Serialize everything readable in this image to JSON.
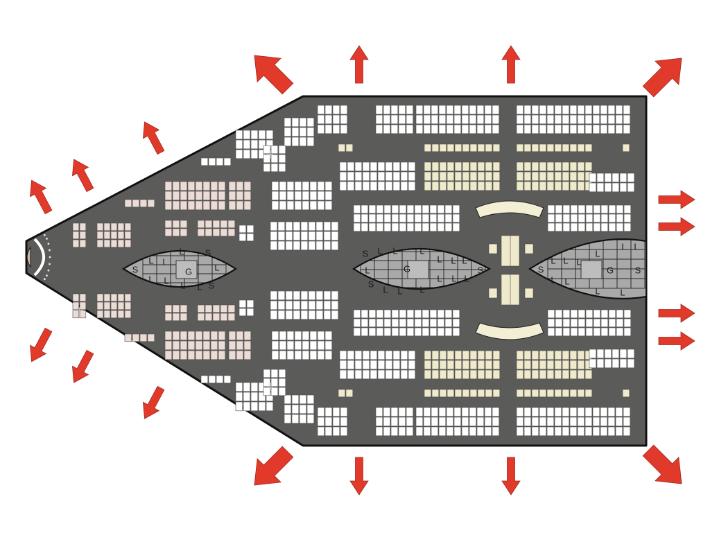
{
  "colors": {
    "background": "#ffffff",
    "ship_hull": "#5b5b5a",
    "hull_outline": "#111111",
    "arrow": "#e23a2a",
    "cabin_white": "#ffffff",
    "cabin_pink": "#ecdcd6",
    "cabin_cream": "#efeacb",
    "pod_fill": "#a9a9a9",
    "arc_fill": "#f3efd4"
  },
  "pods": [
    {
      "labels": [
        {
          "text": "L"
        },
        {
          "text": "S"
        },
        {
          "text": "L"
        },
        {
          "text": "L"
        },
        {
          "text": "S"
        },
        {
          "text": "G"
        },
        {
          "text": "L"
        },
        {
          "text": "L"
        },
        {
          "text": "L"
        },
        {
          "text": "L"
        },
        {
          "text": "L"
        },
        {
          "text": "S"
        }
      ]
    },
    {
      "labels": [
        {
          "text": "S"
        },
        {
          "text": "L"
        },
        {
          "text": "L"
        },
        {
          "text": "L"
        },
        {
          "text": "L"
        },
        {
          "text": "G"
        },
        {
          "text": "L"
        },
        {
          "text": "L"
        },
        {
          "text": "L"
        },
        {
          "text": "S"
        },
        {
          "text": "S"
        },
        {
          "text": "L"
        },
        {
          "text": "L"
        },
        {
          "text": "L"
        },
        {
          "text": "L"
        },
        {
          "text": "L"
        },
        {
          "text": "L"
        }
      ]
    },
    {
      "labels": [
        {
          "text": "S"
        },
        {
          "text": "L"
        },
        {
          "text": "L"
        },
        {
          "text": "L"
        },
        {
          "text": "L"
        },
        {
          "text": "L"
        },
        {
          "text": "L"
        },
        {
          "text": "G"
        },
        {
          "text": "S"
        },
        {
          "text": "L"
        },
        {
          "text": "L"
        },
        {
          "text": "L"
        },
        {
          "text": "L"
        }
      ]
    }
  ]
}
